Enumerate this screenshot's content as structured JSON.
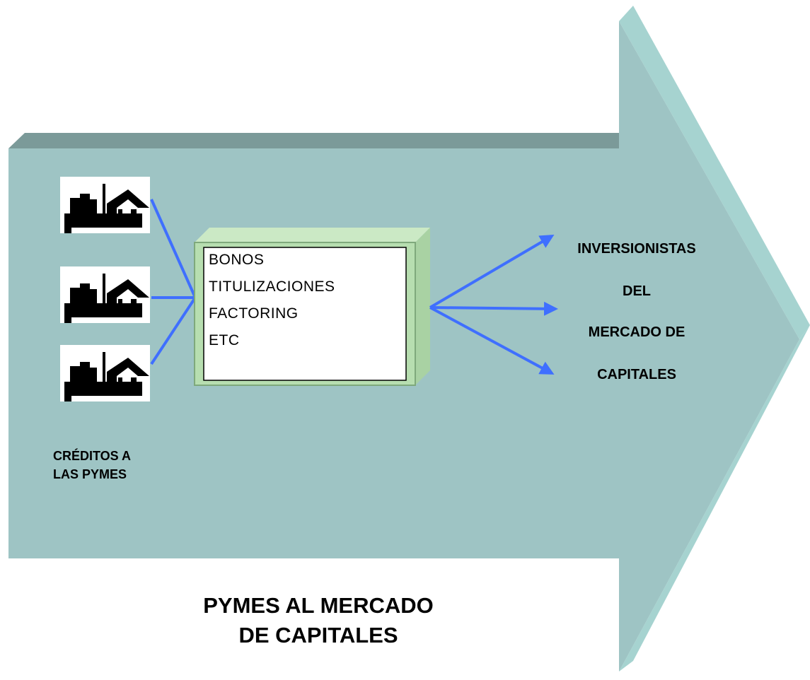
{
  "products": [
    "BONOS",
    "TITULIZACIONES",
    "FACTORING",
    "ETC"
  ],
  "investors": [
    "INVERSIONISTAS",
    "DEL",
    "MERCADO DE",
    "CAPITALES"
  ],
  "credits_label": [
    "CRÉDITOS A",
    "LAS PYMES"
  ],
  "caption": [
    "PYMES AL MERCADO",
    "DE CAPITALES"
  ],
  "factory_icon_name": "factory-icon",
  "colors": {
    "arrow_face": "#9ec4c4",
    "arrow_top": "#7b9a99",
    "arrow_side": "#a6d3d0",
    "connector": "#3f6fff",
    "box_frame": "#b7deb0",
    "box_bevel": "#7fa97c"
  }
}
